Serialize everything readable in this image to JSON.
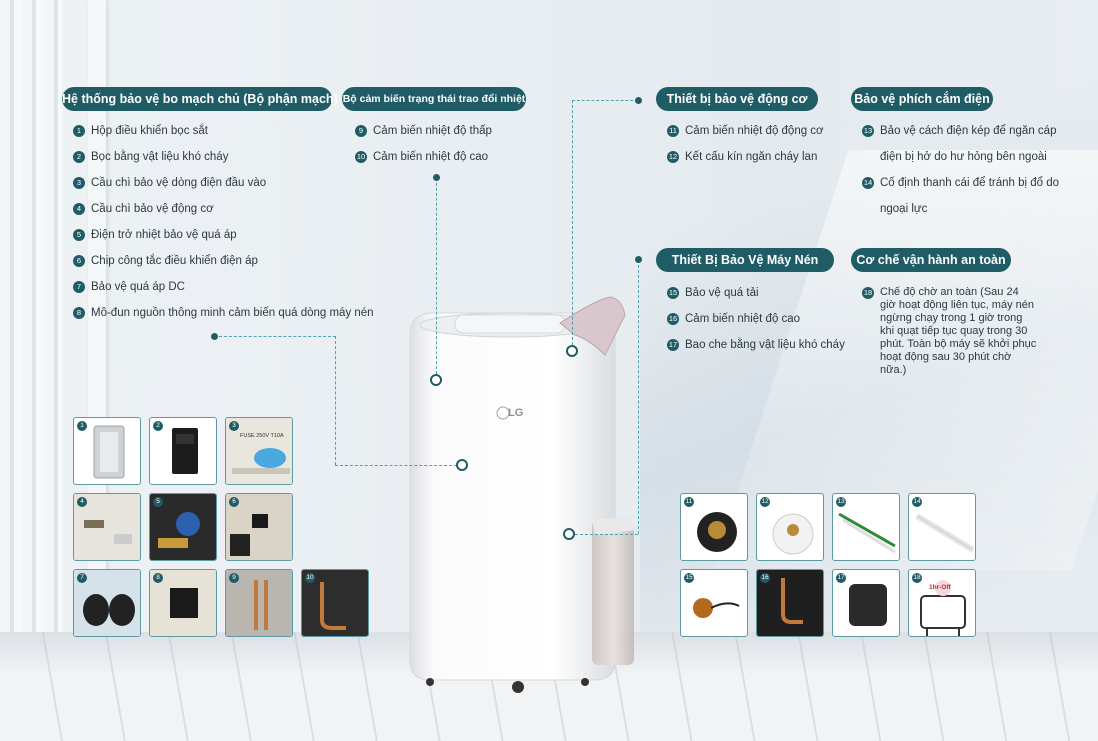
{
  "brand": "LG",
  "colors": {
    "accent": "#1f5c65",
    "dotted": "#4ea3ad"
  },
  "groups": {
    "board": {
      "title": "Hệ thống bảo vệ bo mạch chủ (Bộ phận mạch)",
      "items": [
        {
          "n": "1",
          "text": "Hộp điều khiển bọc sắt"
        },
        {
          "n": "2",
          "text": "Bọc bằng vật liệu khó cháy"
        },
        {
          "n": "3",
          "text": "Cầu chì bảo vệ dòng điện đầu vào"
        },
        {
          "n": "4",
          "text": "Cầu chì bảo vệ động cơ"
        },
        {
          "n": "5",
          "text": "Điện trở nhiệt bảo vệ quá áp"
        },
        {
          "n": "6",
          "text": "Chip công tắc điều khiển điện áp"
        },
        {
          "n": "7",
          "text": "Bảo vệ quá áp DC"
        },
        {
          "n": "8",
          "text": "Mô-đun nguồn thông minh cảm biến quá dòng máy nén"
        }
      ]
    },
    "sensor": {
      "title": "Bộ cảm biến trạng thái trao đổi nhiệt",
      "items": [
        {
          "n": "9",
          "text": "Cảm biến nhiệt độ thấp"
        },
        {
          "n": "10",
          "text": "Cảm biến nhiệt độ cao"
        }
      ]
    },
    "motor": {
      "title": "Thiết bị bảo vệ động cơ",
      "items": [
        {
          "n": "11",
          "text": "Cảm biến nhiệt độ động cơ"
        },
        {
          "n": "12",
          "text": "Kết cấu kín ngăn cháy lan"
        }
      ]
    },
    "plug": {
      "title": "Bảo vệ phích cắm điện",
      "items": [
        {
          "n": "13",
          "text": "Bảo vệ cách điện kép để ngăn cáp điện bị hở do hư hỏng bên ngoài"
        },
        {
          "n": "14",
          "text": "Cố định thanh cái để tránh bị đổ do ngoại lực"
        }
      ]
    },
    "compressor": {
      "title": "Thiết Bị Bảo Vệ Máy Nén",
      "items": [
        {
          "n": "15",
          "text": "Bảo vệ quá tải"
        },
        {
          "n": "16",
          "text": "Cảm biến nhiệt độ cao"
        },
        {
          "n": "17",
          "text": "Bao che bằng vật liệu khó cháy"
        }
      ]
    },
    "safety": {
      "title": "Cơ chế vận hành an toàn",
      "items": [
        {
          "n": "18",
          "text": "Chế độ chờ an toàn (Sau 24 giờ hoạt động liên tục, máy nén ngừng chạy trong 1 giờ trong khi quạt tiếp tục quay trong 30 phút. Toàn bộ máy sẽ khởi phục hoạt động sau 30 phút chờ nữa.)"
        }
      ]
    }
  },
  "thumbnails": {
    "left": [
      "1",
      "2",
      "3",
      "4",
      "5",
      "6",
      "7",
      "8",
      "9",
      "10"
    ],
    "right": [
      "11",
      "12",
      "13",
      "14",
      "15",
      "16",
      "17",
      "18"
    ],
    "fuse_label": "FUSE 250V T10A",
    "hr_label": "1hr-Off"
  }
}
